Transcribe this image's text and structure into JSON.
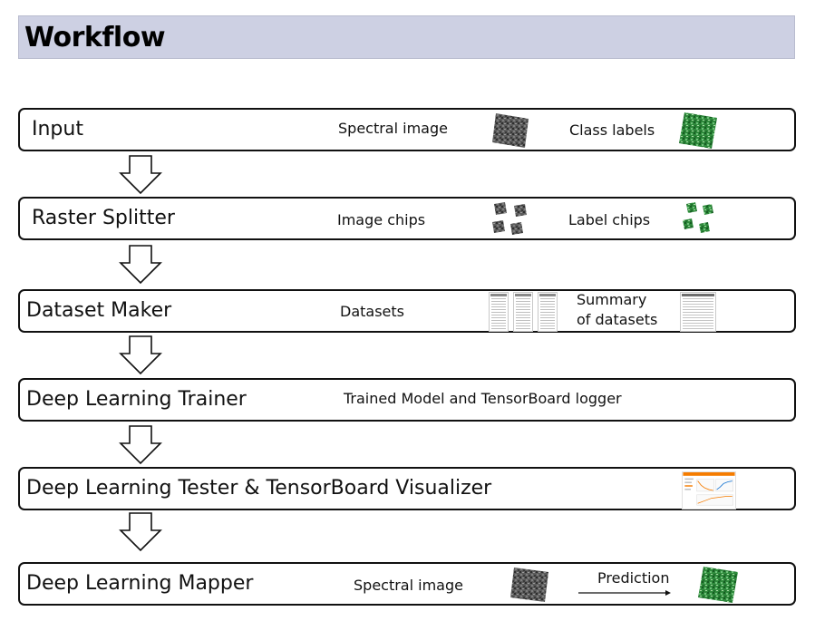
{
  "title": "Workflow",
  "steps": [
    {
      "title": "Input",
      "items": [
        "Spectral image",
        "Class labels"
      ]
    },
    {
      "title": "Raster Splitter",
      "items": [
        "Image chips",
        "Label chips"
      ]
    },
    {
      "title": "Dataset Maker",
      "items": [
        "Datasets",
        "Summary",
        "of datasets"
      ]
    },
    {
      "title": "Deep Learning Trainer",
      "items": [
        "Trained Model and TensorBoard logger"
      ]
    },
    {
      "title": "Deep Learning Tester &  TensorBoard Visualizer",
      "items": []
    },
    {
      "title": "Deep Learning Mapper",
      "items": [
        "Spectral image",
        "Prediction"
      ]
    }
  ],
  "icons": {
    "spectral_image": "gray-satellite-image",
    "class_labels": "green-label-map",
    "chips": "tiled-chips",
    "tables": "dataset-table",
    "tensorboard": "tensorboard-screenshot",
    "arrow": "down-arrow"
  },
  "colors": {
    "title_bg": "#cdd0e3",
    "border": "#111111",
    "label_green": "#2f8a3c",
    "image_gray": "#5a5a5a",
    "tensorboard_orange": "#f57c00"
  }
}
